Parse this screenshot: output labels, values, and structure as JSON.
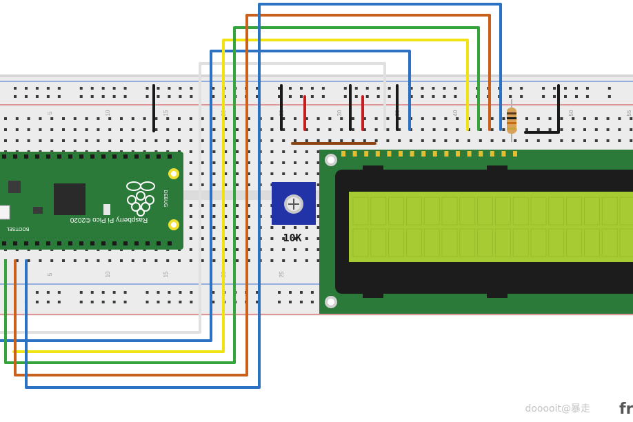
{
  "breadboard": {
    "column_numbers": [
      "5",
      "10",
      "15",
      "20",
      "25",
      "30",
      "35",
      "40",
      "45",
      "50",
      "55"
    ]
  },
  "pico": {
    "board_label": "Raspberry Pi Pico ©2020",
    "bootsel_label": "BOOTSEL",
    "debug_label": "DEBUG"
  },
  "potentiometer": {
    "label": "10K"
  },
  "watermark": {
    "text": "dooooit@暴走",
    "brand": "fr"
  },
  "colors": {
    "wire_blue": "#2b72c2",
    "wire_orange": "#c8601e",
    "wire_green": "#35a43a",
    "wire_yellow": "#f1e212",
    "wire_white": "#e0e0e0",
    "wire_black": "#1a1a1a",
    "wire_red": "#c41e1e",
    "pcb_green": "#2b7a3a",
    "lcd_screen": "#a7cc33",
    "pot_blue": "#2233a8"
  }
}
